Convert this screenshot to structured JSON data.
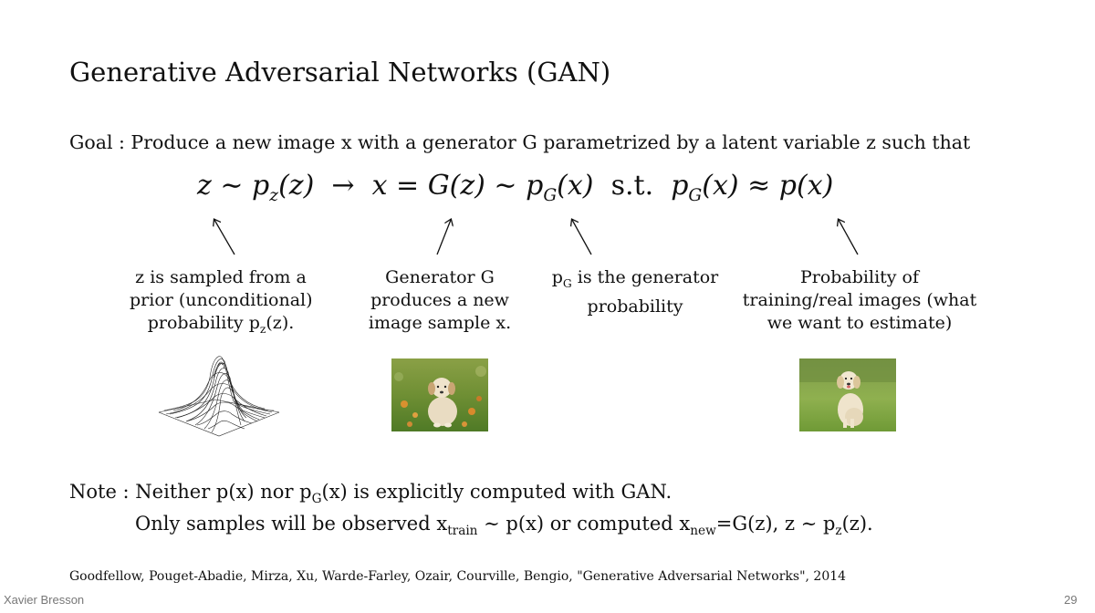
{
  "slide": {
    "title": "Generative Adversarial Networks (GAN)",
    "goal": "Goal : Produce a new image x with a generator G parametrized by a latent variable z such that",
    "formula": {
      "z": "z",
      "sim1": "∼",
      "pz": "p",
      "pz_sub": "z",
      "pz_arg": "(z)",
      "arrow": "→",
      "x_eq": "x = G(z) ∼ ",
      "pG": "p",
      "pG_sub": "G",
      "pG_arg": "(x)",
      "st": "s.t.",
      "pG2": "p",
      "pG2_sub": "G",
      "pG2_arg": "(x) ≈ p(x)"
    },
    "captions": {
      "c1_line1": "z is sampled from a",
      "c1_line2": "prior (unconditional)",
      "c1_line3_pre": "probability p",
      "c1_line3_sub": "z",
      "c1_line3_post": "(z).",
      "c2_line1": "Generator G",
      "c2_line2": "produces a new",
      "c2_line3": "image sample x.",
      "c3_line1_pre": "p",
      "c3_line1_sub": "G",
      "c3_line1_post": " is the generator",
      "c3_line2": "probability",
      "c4_line1": "Probability of",
      "c4_line2": "training/real images (what",
      "c4_line3": "we want to estimate)"
    },
    "note": {
      "l1_pre": "Note : Neither p(x) nor p",
      "l1_sub": "G",
      "l1_post": "(x) is explicitly computed with GAN.",
      "l2_a": "Only samples will be observed x",
      "l2_sub1": "train",
      "l2_b": " ∼ p(x) or computed x",
      "l2_sub2": "new",
      "l2_c": "=G(z), z ∼ p",
      "l2_sub3": "z",
      "l2_d": "(z)."
    },
    "reference": "Goodfellow, Pouget-Abadie, Mirza, Xu, Warde-Farley, Ozair, Courville, Bengio, \"Generative Adversarial Networks\", 2014",
    "footer": {
      "author": "Xavier Bresson",
      "page": "29"
    },
    "icons": {
      "gaussian": "gaussian-surface-icon",
      "dog1": "puppy-photo",
      "dog2": "dog-photo"
    }
  }
}
